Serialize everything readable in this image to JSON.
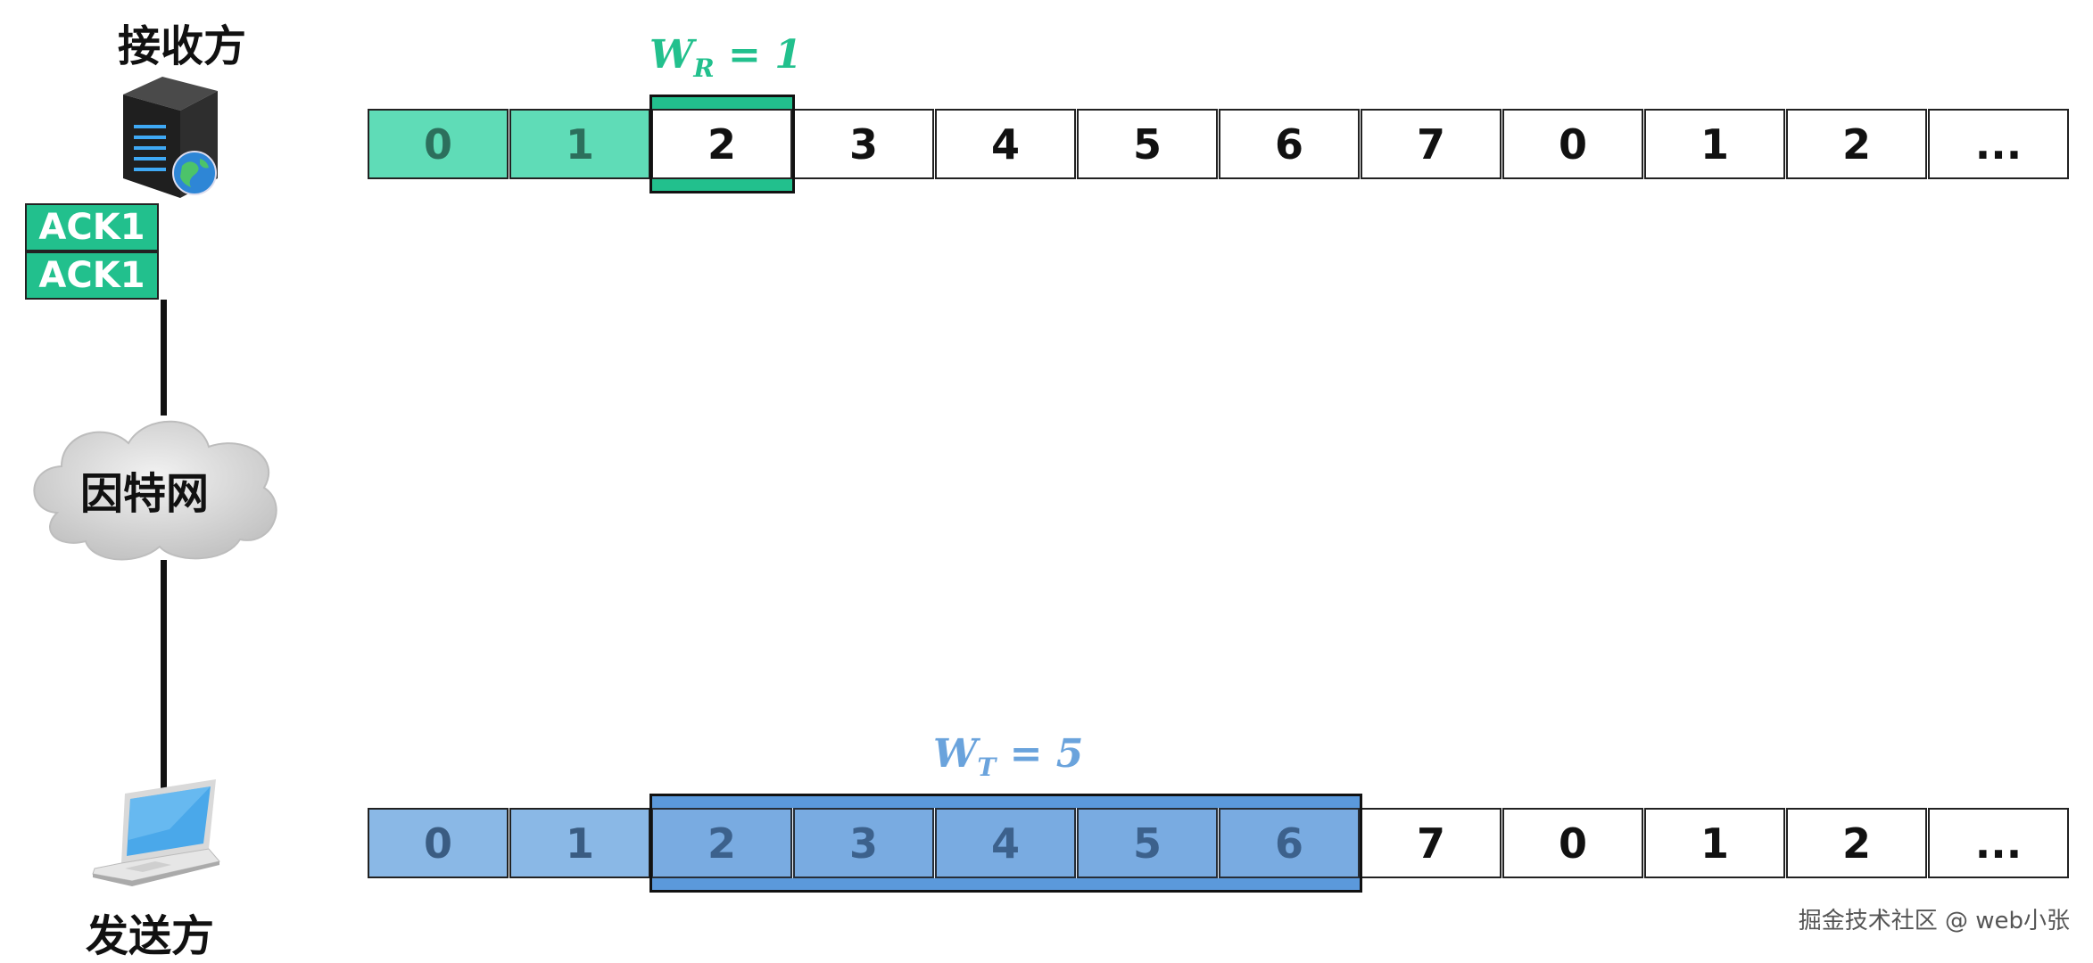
{
  "receiver": {
    "title": "接收方",
    "acks": [
      "ACK1",
      "ACK1"
    ],
    "window_label": {
      "base": "W",
      "sub": "R",
      "rest": " = 1"
    },
    "sequence": [
      "0",
      "1",
      "2",
      "3",
      "4",
      "5",
      "6",
      "7",
      "0",
      "1",
      "2",
      "..."
    ],
    "received_count": 2,
    "window_start": 2,
    "window_size": 1,
    "colors": {
      "received": "#5fdcb7",
      "window_bar": "#22c08d",
      "label": "#22c08d"
    }
  },
  "network": {
    "label": "因特网"
  },
  "sender": {
    "title": "发送方",
    "window_label": {
      "base": "W",
      "sub": "T",
      "rest": " = 5"
    },
    "sequence": [
      "0",
      "1",
      "2",
      "3",
      "4",
      "5",
      "6",
      "7",
      "0",
      "1",
      "2",
      "..."
    ],
    "acked_count": 2,
    "window_start": 2,
    "window_size": 5,
    "colors": {
      "acked": "#8ab8e6",
      "window_bar": "#5b99db",
      "label": "#6aa3dc"
    }
  },
  "icons": {
    "receiver": "server-icon",
    "sender": "laptop-icon",
    "network": "cloud-icon"
  },
  "watermark": "掘金技术社区 @ web小张"
}
